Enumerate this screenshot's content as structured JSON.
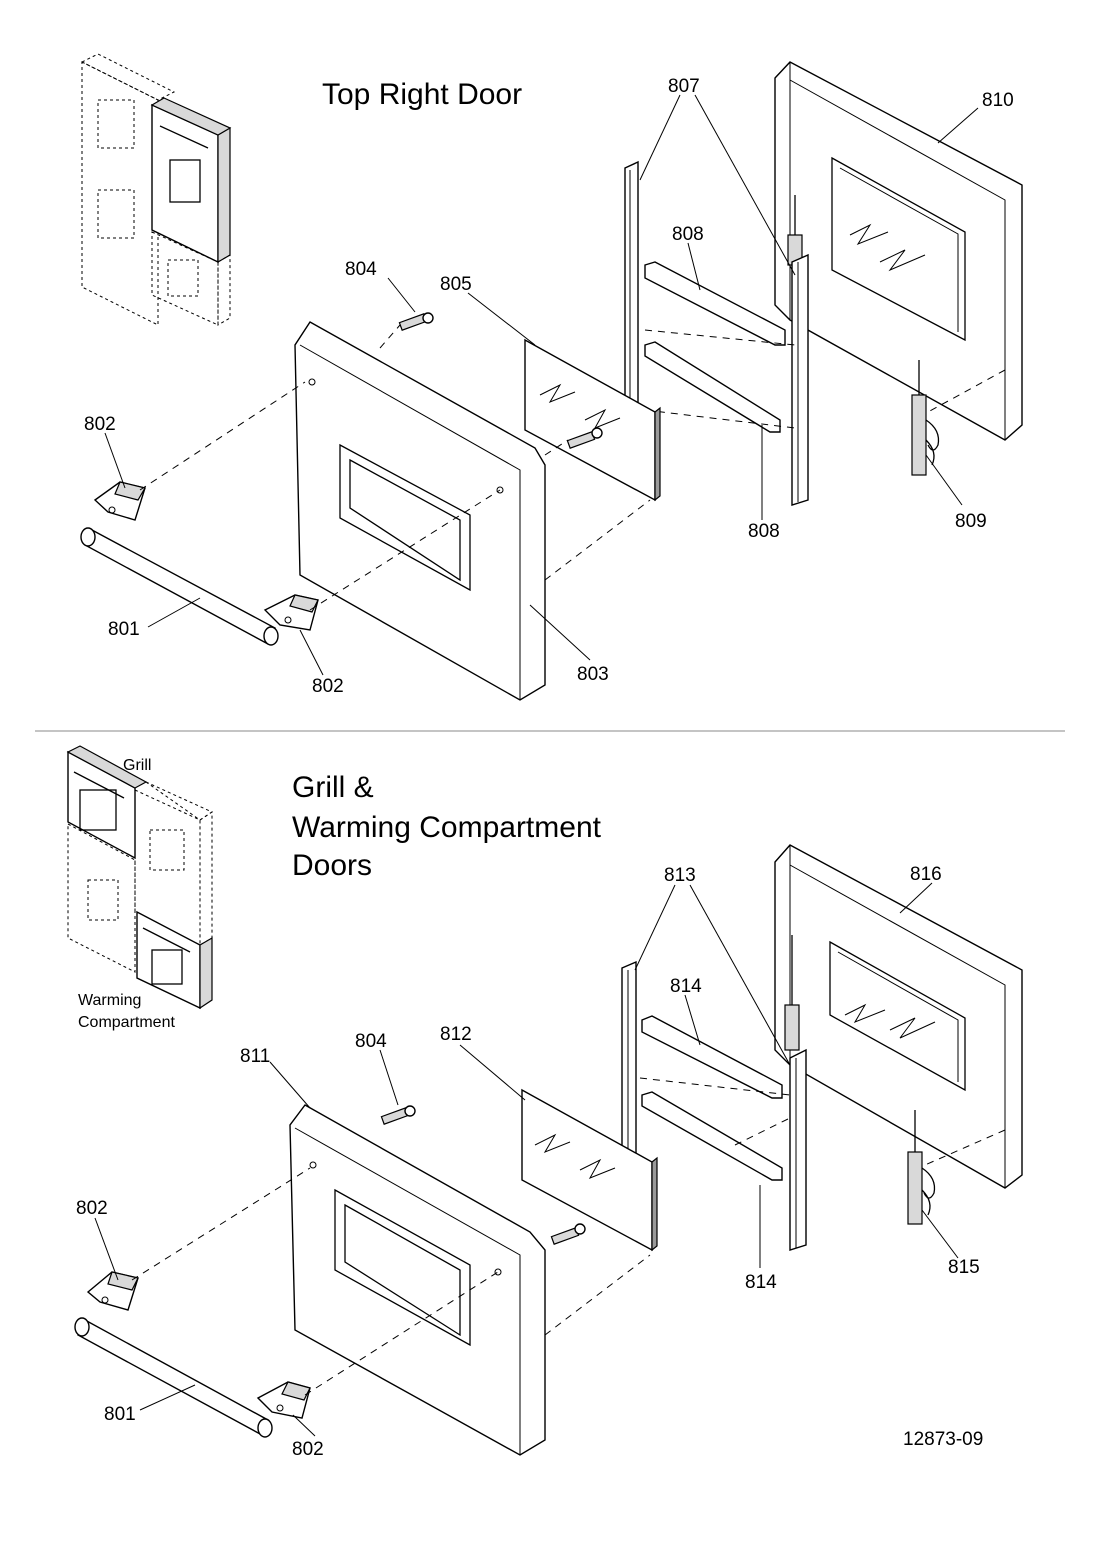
{
  "sections": [
    {
      "title_lines": [
        "Top Right Door"
      ],
      "locator_labels": [],
      "callouts": [
        "810",
        "807",
        "808",
        "804",
        "805",
        "802",
        "809",
        "808",
        "801",
        "802",
        "803"
      ]
    },
    {
      "title_lines": [
        "Grill &",
        "Warming Compartment",
        "Doors"
      ],
      "locator_labels": [
        "Grill",
        "Warming",
        "Compartment"
      ],
      "callouts": [
        "813",
        "816",
        "814",
        "811",
        "804",
        "812",
        "802",
        "815",
        "814",
        "801",
        "802"
      ]
    }
  ],
  "figure_id": "12873-09"
}
